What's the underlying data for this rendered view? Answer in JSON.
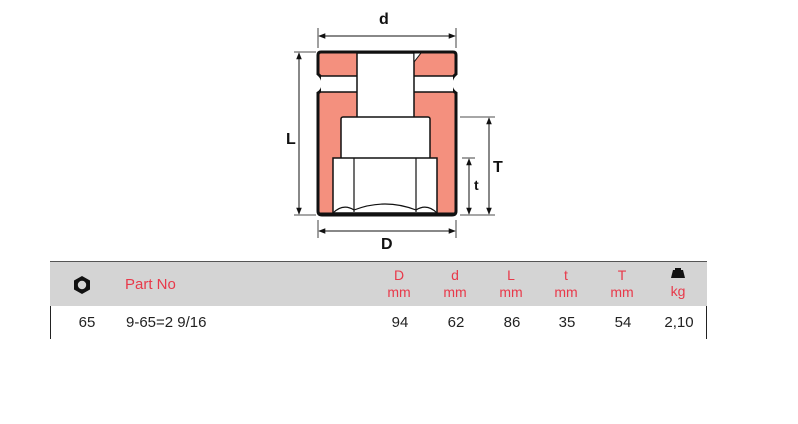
{
  "diagram": {
    "title": "Impact socket dimension drawing",
    "labels": {
      "d": "d",
      "D": "D",
      "L": "L",
      "T": "T",
      "t": "t"
    },
    "colors": {
      "fill": "#f4907e",
      "outline": "#111111"
    }
  },
  "table": {
    "header": {
      "size_icon": "hex-nut-icon",
      "part_no": "Part No",
      "columns": [
        {
          "symbol": "D",
          "unit": "mm"
        },
        {
          "symbol": "d",
          "unit": "mm"
        },
        {
          "symbol": "L",
          "unit": "mm"
        },
        {
          "symbol": "t",
          "unit": "mm"
        },
        {
          "symbol": "T",
          "unit": "mm"
        },
        {
          "symbol": "weight-icon",
          "unit": "kg"
        }
      ],
      "background": "#d4d4d4",
      "text_color": "#e8394a"
    },
    "rows": [
      {
        "size": "65",
        "part_no": "9-65=2 9/16",
        "D": "94",
        "d": "62",
        "L": "86",
        "t": "35",
        "T": "54",
        "kg": "2,10"
      }
    ]
  }
}
